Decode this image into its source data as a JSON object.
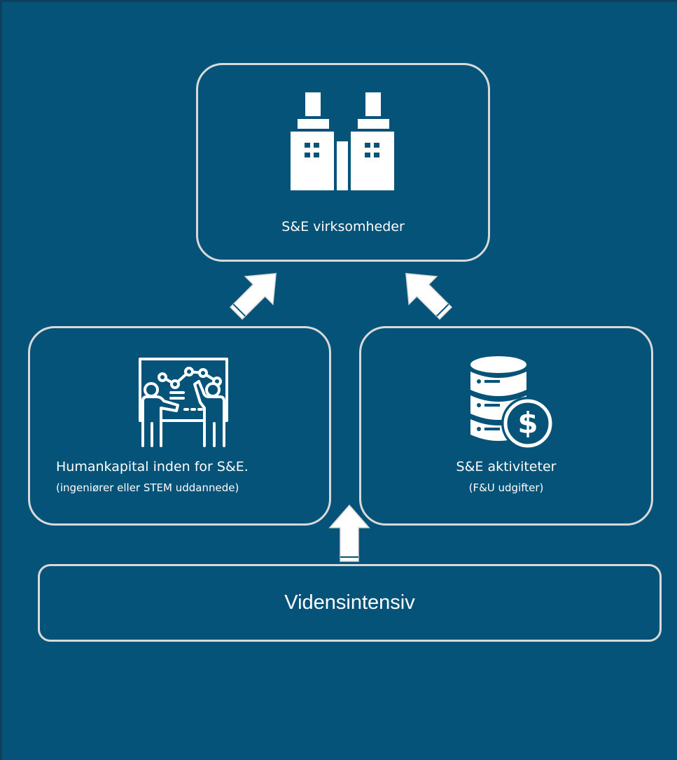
{
  "colors": {
    "background": "#06537a",
    "box_border": "#d9d9d9",
    "foreground": "#ffffff"
  },
  "top_box": {
    "label": "S&E virksomheder",
    "icon": "factory-buildings-icon"
  },
  "left_box": {
    "label": "Humankapital inden for S&E.",
    "sublabel": "(ingeniører eller STEM uddannede)",
    "icon": "presentation-whiteboard-icon"
  },
  "right_box": {
    "label": "S&E aktiviteter",
    "sublabel": "(F&U udgifter)",
    "icon": "database-dollar-icon"
  },
  "bottom_box": {
    "label": "Vidensintensiv"
  },
  "arrows": [
    "left-to-top-arrow-icon",
    "right-to-top-arrow-icon",
    "bottom-to-right-arrow-icon"
  ]
}
